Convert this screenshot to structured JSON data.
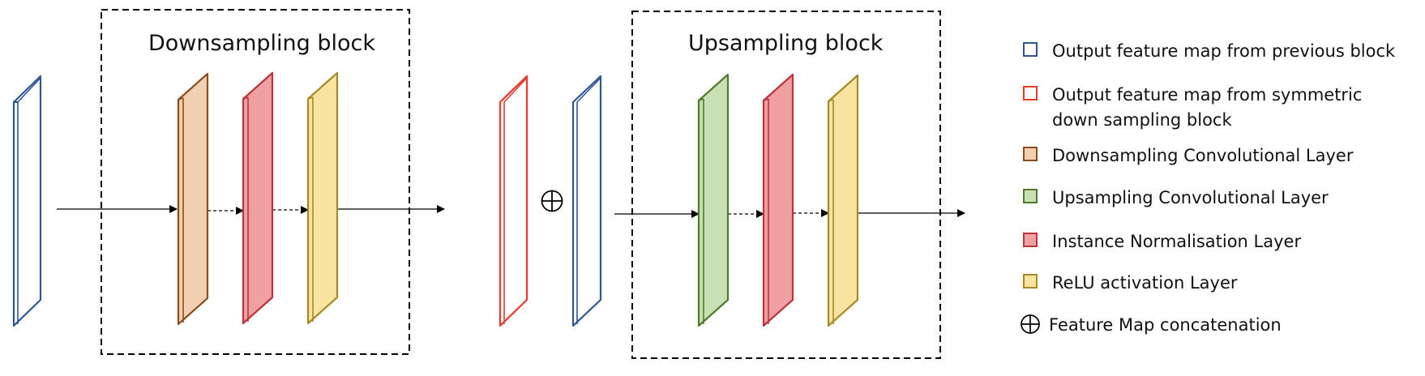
{
  "blocks": {
    "downsampling_title": "Downsampling block",
    "upsampling_title": "Upsampling block"
  },
  "legend": {
    "items": [
      {
        "id": "prev",
        "label": "Output feature map from previous block",
        "stroke": "#2e5596",
        "fill": "#ffffff"
      },
      {
        "id": "sym",
        "label": "Output feature map from symmetric",
        "label_line2": "down sampling block",
        "stroke": "#e8392c",
        "fill": "#ffffff"
      },
      {
        "id": "down",
        "label": "Downsampling Convolutional Layer",
        "stroke": "#8a4e1e",
        "fill": "#f2cfb0"
      },
      {
        "id": "up",
        "label": "Upsampling Convolutional Layer",
        "stroke": "#4d7a2b",
        "fill": "#c9e0b5"
      },
      {
        "id": "norm",
        "label": "Instance Normalisation Layer",
        "stroke": "#b8353b",
        "fill": "#f0a0a2"
      },
      {
        "id": "relu",
        "label": "ReLU activation Layer",
        "stroke": "#a68a26",
        "fill": "#f9e3a0"
      },
      {
        "id": "concat",
        "label": "Feature Map concatenation",
        "symbol": "circled-plus"
      }
    ]
  },
  "colors": {
    "prev_stroke": "#2e5596",
    "sym_stroke": "#e8392c",
    "down_stroke": "#8a4e1e",
    "down_fill": "#f2cfb0",
    "up_stroke": "#4d7a2b",
    "up_fill": "#c9e0b5",
    "norm_stroke": "#b8353b",
    "norm_fill": "#f0a0a2",
    "relu_stroke": "#a68a26",
    "relu_fill": "#f9e3a0"
  },
  "icons": {
    "concat": "circled-plus-icon",
    "arrow": "arrow-right-icon"
  }
}
